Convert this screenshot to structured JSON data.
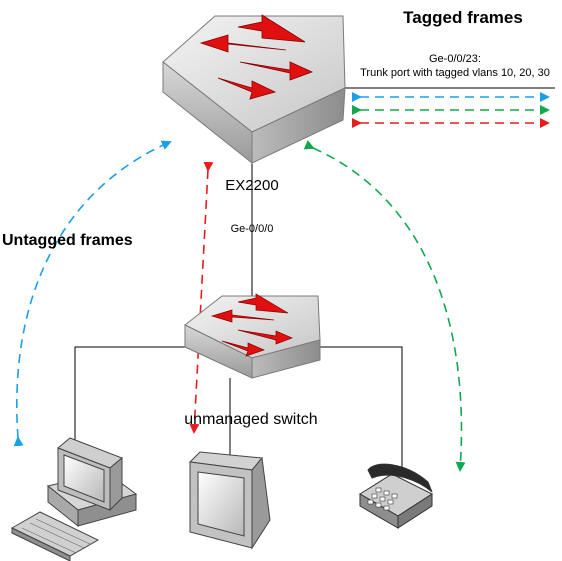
{
  "labels": {
    "tagged_frames": "Tagged frames",
    "untagged_frames": "Untagged frames",
    "trunk_port_name": "Ge-0/0/23:",
    "trunk_port_desc": "Trunk port with tagged vlans 10, 20, 30",
    "core_switch": "EX2200",
    "uplink_port": "Ge-0/0/0",
    "access_switch": "unmanaged switch"
  },
  "colors": {
    "vlan_blue": "#1aa0e8",
    "vlan_green": "#12a850",
    "vlan_red": "#e81c1c",
    "switch_arrow": "#e01010"
  },
  "icons": [
    "switch-icon",
    "desktop-pc-icon",
    "crt-monitor-icon",
    "telephone-icon"
  ]
}
